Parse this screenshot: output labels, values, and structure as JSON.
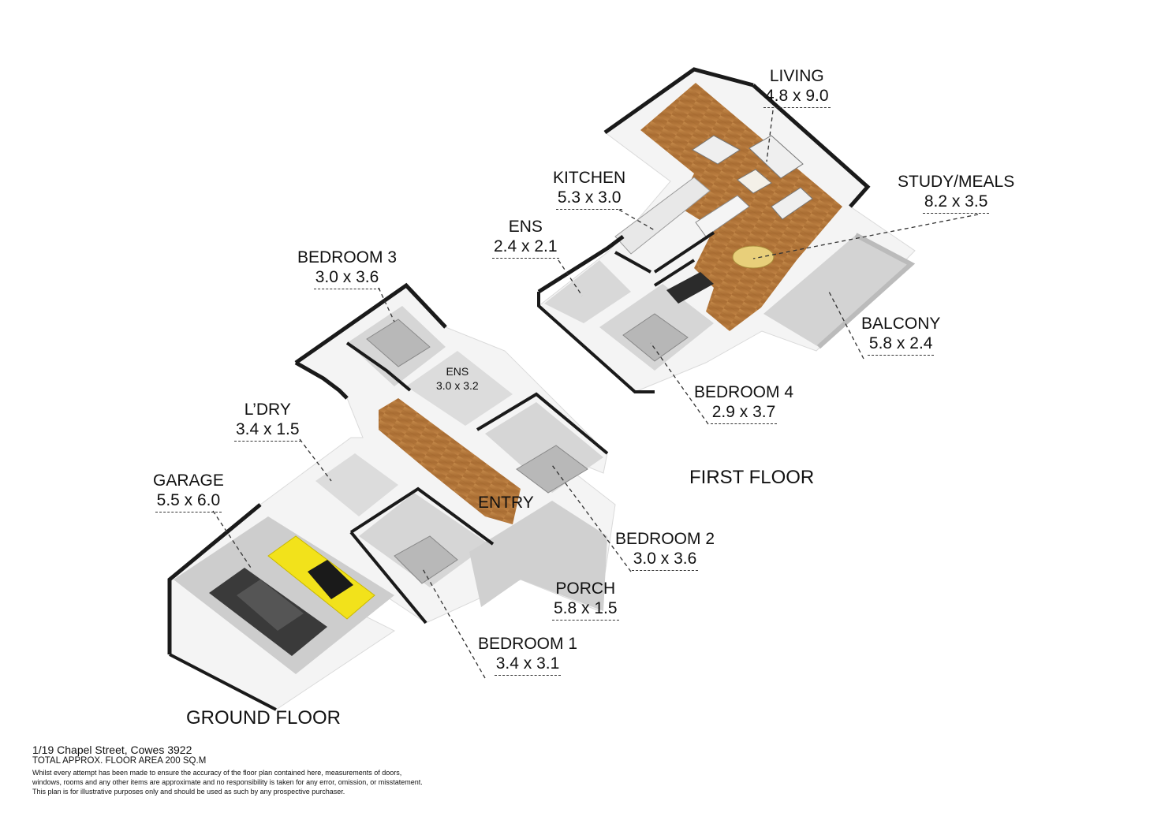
{
  "floors": {
    "ground": "GROUND FLOOR",
    "first": "FIRST FLOOR"
  },
  "rooms": {
    "living": {
      "name": "LIVING",
      "dim": "4.8 x 9.0"
    },
    "kitchen": {
      "name": "KITCHEN",
      "dim": "5.3 x 3.0"
    },
    "study": {
      "name": "STUDY/MEALS",
      "dim": "8.2 x 3.5"
    },
    "ens_up": {
      "name": "ENS",
      "dim": "2.4 x 2.1"
    },
    "balcony": {
      "name": "BALCONY",
      "dim": "5.8 x 2.4"
    },
    "bedroom4": {
      "name": "BEDROOM 4",
      "dim": "2.9 x 3.7"
    },
    "bedroom3": {
      "name": "BEDROOM 3",
      "dim": "3.0 x 3.6"
    },
    "ens_down": {
      "name": "ENS",
      "dim": "3.0 x 3.2"
    },
    "laundry": {
      "name": "L’DRY",
      "dim": "3.4 x 1.5"
    },
    "garage": {
      "name": "GARAGE",
      "dim": "5.5 x 6.0"
    },
    "entry": {
      "name": "ENTRY"
    },
    "bedroom2": {
      "name": "BEDROOM 2",
      "dim": "3.0 x 3.6"
    },
    "porch": {
      "name": "PORCH",
      "dim": "5.8 x 1.5"
    },
    "bedroom1": {
      "name": "BEDROOM 1",
      "dim": "3.4 x 3.1"
    }
  },
  "footer": {
    "address": "1/19 Chapel Street, Cowes 3922",
    "area": "TOTAL APPROX. FLOOR AREA 200 SQ.M",
    "disclaimer1": "Whilst every attempt has been made to ensure the accuracy of the floor plan contained here, measurements of doors,",
    "disclaimer2": "windows, rooms and any other items are approximate and no responsibility is taken for any error, omission, or misstatement.",
    "disclaimer3": "This plan is for illustrative purposes only and should be used as such by any prospective purchaser."
  },
  "colors": {
    "wall_top": "#1a1a1a",
    "wall_face": "#f3f3f3",
    "floor_wood": "#b67a3c",
    "floor_tile": "#d9d9d9",
    "floor_concrete": "#cfcfcf",
    "car_yellow": "#f2e21b",
    "car_dark": "#3a3a3a"
  }
}
